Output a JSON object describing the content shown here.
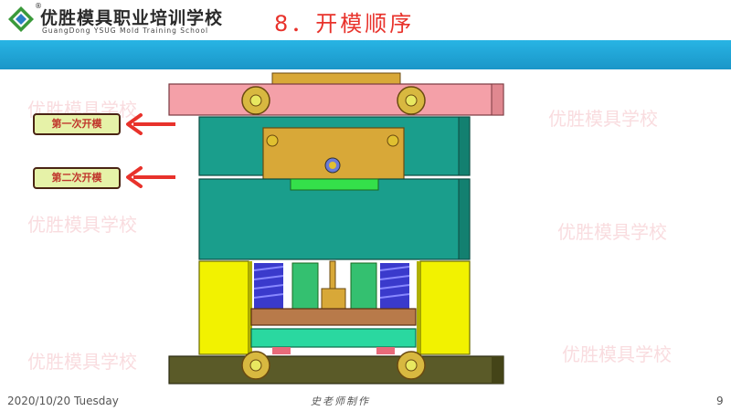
{
  "header": {
    "school_name": "优胜模具职业培训学校",
    "school_name_en": "GuangDong YSUG Mold Training School",
    "reg_mark": "®",
    "slide_title": "8．开模顺序",
    "band_color": "#1f9fd4"
  },
  "watermark_text": "优胜模具学校",
  "labels": {
    "first_open": "第一次开模",
    "second_open": "第二次开模"
  },
  "colors": {
    "accent_red": "#e8322b",
    "top_plate": "#f4a0a8",
    "a_plate": "#1a9e8c",
    "support_block": "#f2f200",
    "spring": "#3a3acc",
    "bottom_plate": "#5a5a28"
  },
  "icons": {
    "logo": "ysug-logo-icon",
    "arrow": "left-arrow-icon"
  },
  "footer": {
    "date": "2020/10/20 Tuesday",
    "author": "史老师制作",
    "page_number": "9"
  }
}
